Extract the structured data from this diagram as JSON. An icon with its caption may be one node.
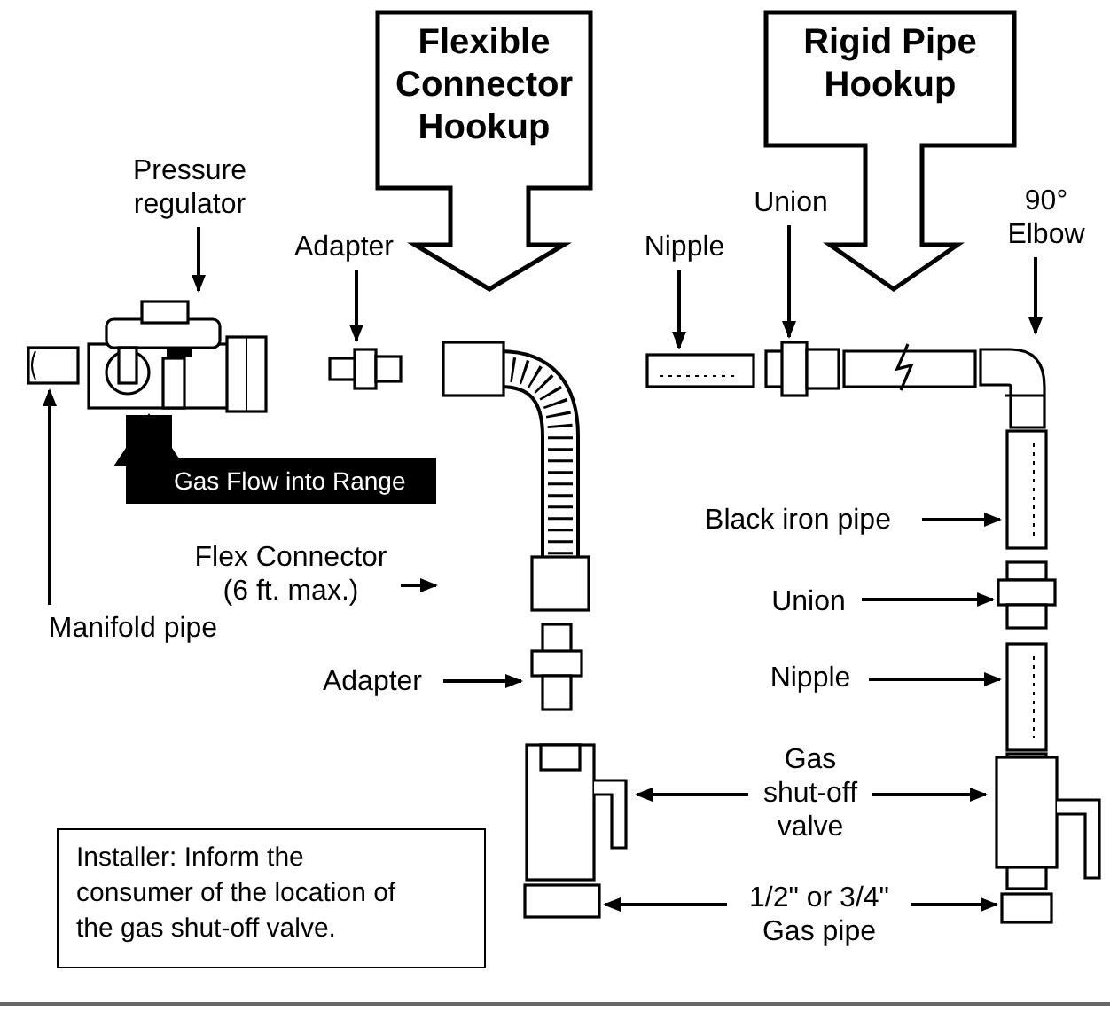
{
  "diagram": {
    "nodes": [
      {
        "text": [
          "Flexible Connector Hookup"
        ]
      },
      {
        "text": [
          "Rigid Pipe Hookup"
        ]
      },
      {
        "text": [
          "Pressure regulator"
        ]
      },
      {
        "text": [],
        "shape": "picture"
      },
      {
        "text": [
          "Adapter"
        ]
      },
      {
        "text": [],
        "shape": "picture"
      },
      {
        "text": [
          "Nipple"
        ]
      },
      {
        "text": [],
        "shape": "picture"
      },
      {
        "text": [
          "Union"
        ]
      },
      {
        "text": [],
        "shape": "picture"
      },
      {
        "text": [
          "90° Elbow"
        ]
      },
      {
        "text": [],
        "shape": "picture"
      },
      {
        "text": [
          "Manifold pipe"
        ]
      },
      {
        "text": [],
        "shape": "picture"
      },
      {
        "text": [
          "Flex Connector (6 ft. max.)"
        ]
      },
      {
        "text": [],
        "shape": "picture"
      },
      {
        "text": [
          "Black iron pipe"
        ]
      },
      {
        "text": [],
        "shape": "picture"
      },
      {
        "text": [
          "Adapter"
        ]
      },
      {
        "text": [],
        "shape": "picture"
      },
      {
        "text": [
          "Union"
        ]
      },
      {
        "text": [],
        "shape": "picture"
      },
      {
        "text": [
          "Nipple"
        ]
      },
      {
        "text": [],
        "shape": "picture"
      },
      {
        "text": [
          "Gas shut-off valve"
        ]
      },
      {
        "text": [],
        "shape": "picture"
      },
      {
        "text": [],
        "shape": "picture"
      },
      {
        "text": [
          "1/2\" or 3/4\" Gas pipe"
        ]
      },
      {
        "text": [],
        "shape": "box"
      },
      {
        "text": [],
        "shape": "box"
      },
      {
        "text": [
          "Installer: Inform the consumer of the location of the gas shut-off valve."
        ]
      }
    ],
    "edges": [
      {
        "from": 2,
        "to": 3,
        "arrow": "to"
      },
      {
        "from": 4,
        "to": 5,
        "arrow": "to"
      },
      {
        "from": 6,
        "to": 7,
        "arrow": "to"
      },
      {
        "from": 8,
        "to": 9,
        "arrow": "to"
      },
      {
        "from": 10,
        "to": 11,
        "arrow": "to"
      },
      {
        "from": 12,
        "to": 13,
        "arrow": "to"
      },
      {
        "from": 14,
        "to": 15,
        "arrow": "to"
      },
      {
        "from": 16,
        "to": 17,
        "arrow": "to"
      },
      {
        "from": 18,
        "to": 19,
        "arrow": "to"
      },
      {
        "from": 20,
        "to": 21,
        "arrow": "to"
      },
      {
        "from": 22,
        "to": 23,
        "arrow": "to"
      },
      {
        "from": 24,
        "to": 25,
        "arrow": "to"
      },
      {
        "from": 24,
        "to": 26,
        "arrow": "to"
      },
      {
        "from": 27,
        "to": 28,
        "arrow": "to"
      },
      {
        "from": 27,
        "to": 29,
        "arrow": "to"
      },
      {
        "from": 15,
        "to": 3,
        "label": "Gas Flow into Range",
        "arrow": "to",
        "style": "thick"
      }
    ]
  }
}
